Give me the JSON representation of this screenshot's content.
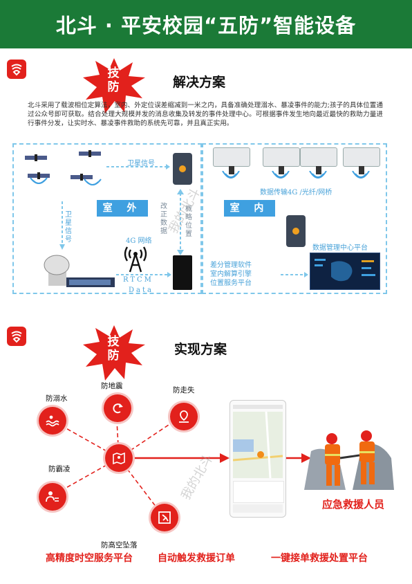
{
  "header": {
    "title": "北斗 · 平安校园“五防”智能设备"
  },
  "section1": {
    "badge": "技\n防",
    "badge_top": "技",
    "badge_bottom": "防",
    "title": "解决方案",
    "paragraph": "北斗采用了载波相位定算法，室内、外定位误差缩减到一米之内，具备准确处理溺水、暴凌事件的能力;孩子的具体位置通过公众号即可获取。结合处理大规模并发的消息收集及转发的事件处理中心。可根据事件发生地向最近最快的救助力量进行事件分发，让实时水、暴凌事件救助的系统先可靠，并且真正实用。",
    "diagram": {
      "sat_signal": "卫星信号",
      "sat_signal_vertical": "卫星信号",
      "outdoor": "室 外",
      "indoor": "室 内",
      "net_4g": "4G 网络",
      "rtcm": "RTCM",
      "data": "Data",
      "correction": "改正数据",
      "position": "概略位置",
      "transmission": "数据传输4G /光纤/网桥",
      "mgmt_center": "数据管理中心平台",
      "software": "差分管理软件\n室内解算引擎\n位置服务平台",
      "sw1": "差分管理软件",
      "sw2": "室内解算引擎",
      "sw3": "位置服务平台"
    }
  },
  "section2": {
    "badge_top": "技",
    "badge_bottom": "防",
    "title": "实现方案",
    "risks": [
      "防溺水",
      "防地震",
      "防走失",
      "防霸凌",
      "防高空坠落"
    ],
    "rescuers_label": "应急救援人员",
    "bottom_labels": [
      "高精度时空服务平台",
      "自动触发救援订单",
      "一键接单救援处置平台"
    ]
  },
  "watermark": "我的北斗",
  "colors": {
    "header_green": "#1b7a37",
    "accent_red": "#e2211c",
    "diagram_blue": "#3fa0e0"
  }
}
